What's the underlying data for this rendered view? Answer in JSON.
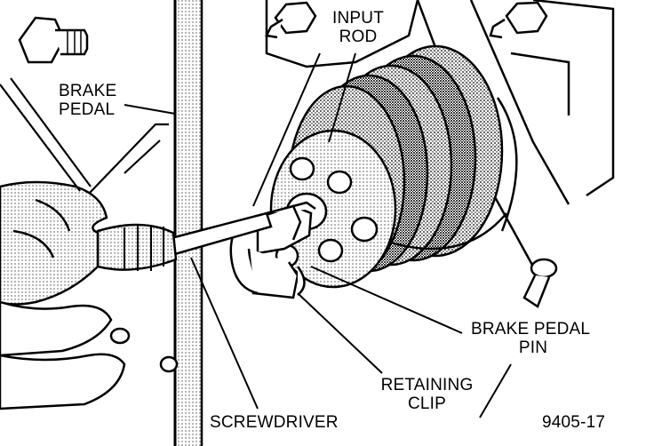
{
  "labels": {
    "input_rod_line1": "INPUT",
    "input_rod_line2": "ROD",
    "brake_pedal_line1": "BRAKE",
    "brake_pedal_line2": "PEDAL",
    "brake_pedal_pin_line1": "BRAKE PEDAL",
    "brake_pedal_pin_line2": "PIN",
    "retaining_clip_line1": "RETAINING",
    "retaining_clip_line2": "CLIP",
    "screwdriver": "SCREWDRIVER",
    "figure_number": "9405-17"
  },
  "colors": {
    "ink": "#000000",
    "paper": "#ffffff",
    "stipple": "#8a8a8a"
  }
}
